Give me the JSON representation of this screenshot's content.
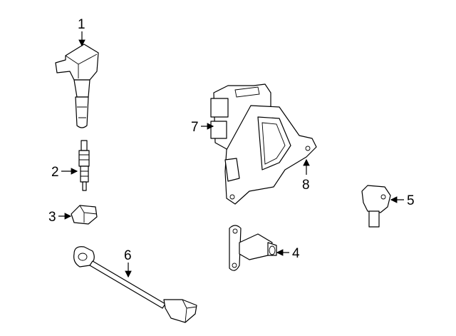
{
  "diagram": {
    "callouts": [
      {
        "number": "1",
        "part": "ignition-coil"
      },
      {
        "number": "2",
        "part": "spark-plug"
      },
      {
        "number": "3",
        "part": "sensor"
      },
      {
        "number": "4",
        "part": "camshaft-sensor"
      },
      {
        "number": "5",
        "part": "crankshaft-sensor"
      },
      {
        "number": "6",
        "part": "knock-sensor"
      },
      {
        "number": "7",
        "part": "ecm"
      },
      {
        "number": "8",
        "part": "ecm-bracket"
      }
    ]
  }
}
